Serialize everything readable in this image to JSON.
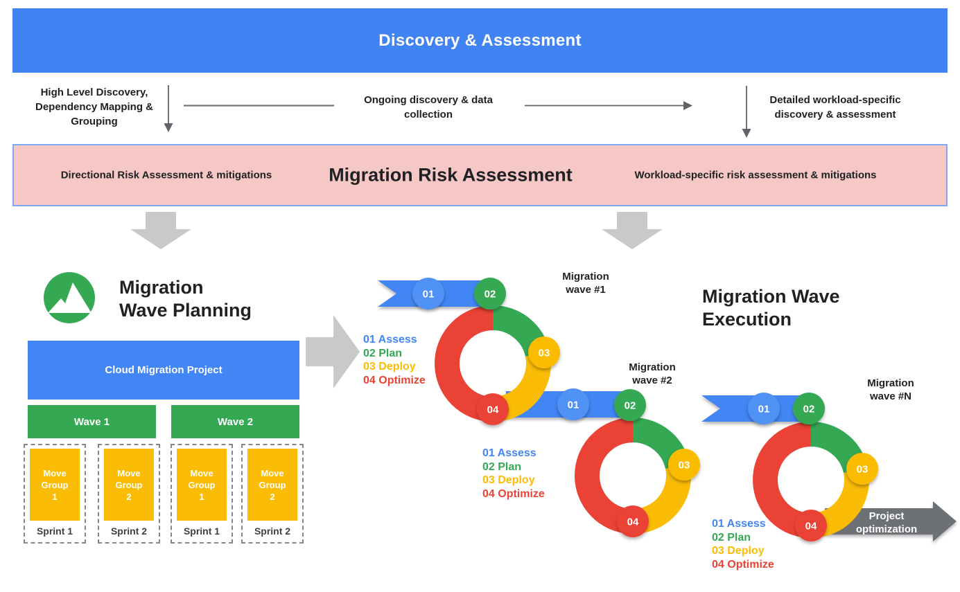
{
  "banner": {
    "title": "Discovery & Assessment"
  },
  "discovery_row": {
    "left_lines": [
      "High Level Discovery,",
      "Dependency Mapping &",
      "Grouping"
    ],
    "center_lines": [
      "Ongoing discovery & data",
      "collection"
    ],
    "right_lines": [
      "Detailed workload-specific",
      "discovery & assessment"
    ]
  },
  "risk_banner": {
    "left": "Directional Risk Assessment & mitigations",
    "title": "Migration Risk Assessment",
    "right": "Workload-specific risk assessment & mitigations"
  },
  "planning": {
    "title_lines": [
      "Migration",
      "Wave Planning"
    ],
    "project_label": "Cloud Migration Project",
    "waves": [
      {
        "label": "Wave 1"
      },
      {
        "label": "Wave 2"
      }
    ],
    "move_groups": [
      {
        "line1": "Move",
        "line2": "Group",
        "line3": "1",
        "sprint": "Sprint 1"
      },
      {
        "line1": "Move",
        "line2": "Group",
        "line3": "2",
        "sprint": "Sprint 2"
      },
      {
        "line1": "Move",
        "line2": "Group",
        "line3": "1",
        "sprint": "Sprint 1"
      },
      {
        "line1": "Move",
        "line2": "Group",
        "line3": "2",
        "sprint": "Sprint 2"
      }
    ]
  },
  "execution": {
    "title_lines": [
      "Migration Wave",
      "Execution"
    ],
    "wave_labels": [
      {
        "line1": "Migration",
        "line2": "wave #1"
      },
      {
        "line1": "Migration",
        "line2": "wave #2"
      },
      {
        "line1": "Migration",
        "line2": "wave #N"
      }
    ],
    "legend": [
      {
        "num": "01",
        "label": "Assess",
        "color": "#4285F4"
      },
      {
        "num": "02",
        "label": "Plan",
        "color": "#34A853"
      },
      {
        "num": "03",
        "label": "Deploy",
        "color": "#FBBC05"
      },
      {
        "num": "04",
        "label": "Optimize",
        "color": "#EA4335"
      }
    ],
    "badges": [
      "01",
      "02",
      "03",
      "04"
    ],
    "project_arrow": {
      "line1": "Project",
      "line2": "optimization"
    }
  },
  "colors": {
    "blue": "#4285F4",
    "badge_blue": "#5091F4",
    "green": "#34A853",
    "yellow": "#FBBC05",
    "red": "#EA4335",
    "banner_blue": "#4183F2",
    "pink": "#F5C8C5",
    "pink_border": "#7BA9F8",
    "gray_arrow": "#C9C9C9",
    "dark_arrow": "#6D7175"
  }
}
